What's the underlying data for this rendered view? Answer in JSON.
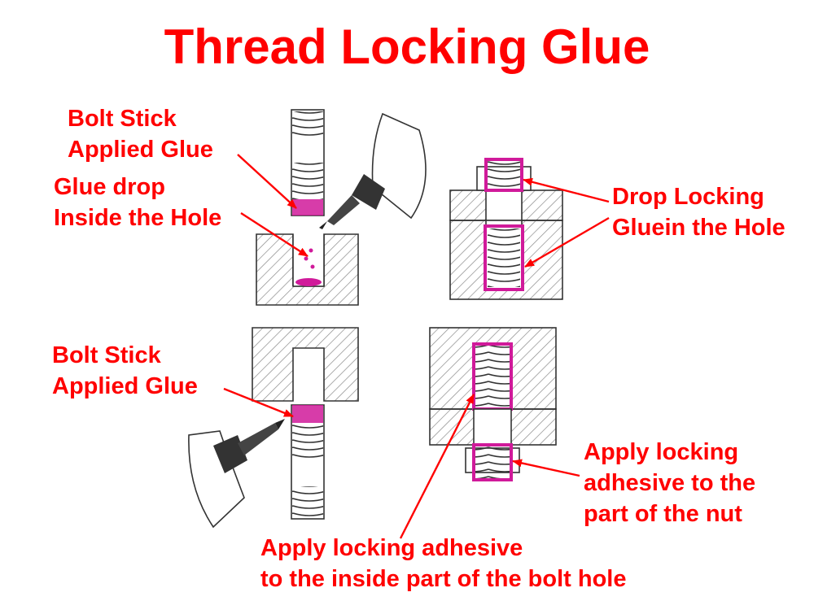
{
  "title": "Thread Locking Glue",
  "colors": {
    "label_red": "#ff0000",
    "glue_magenta": "#cc1493",
    "outline": "#333333",
    "hatch": "#888888"
  },
  "labels": {
    "bolt_stick_top": [
      "Bolt Stick",
      "Applied Glue"
    ],
    "glue_drop": [
      "Glue drop",
      "Inside the Hole"
    ],
    "drop_locking": [
      "Drop Locking",
      "Gluein the Hole"
    ],
    "bolt_stick_bottom": [
      "Bolt Stick",
      "Applied Glue"
    ],
    "apply_nut": [
      "Apply locking",
      "adhesive to the",
      "part of the nut"
    ],
    "apply_bolt_hole": [
      "Apply locking adhesive",
      "to the inside part of the bolt hole"
    ]
  }
}
